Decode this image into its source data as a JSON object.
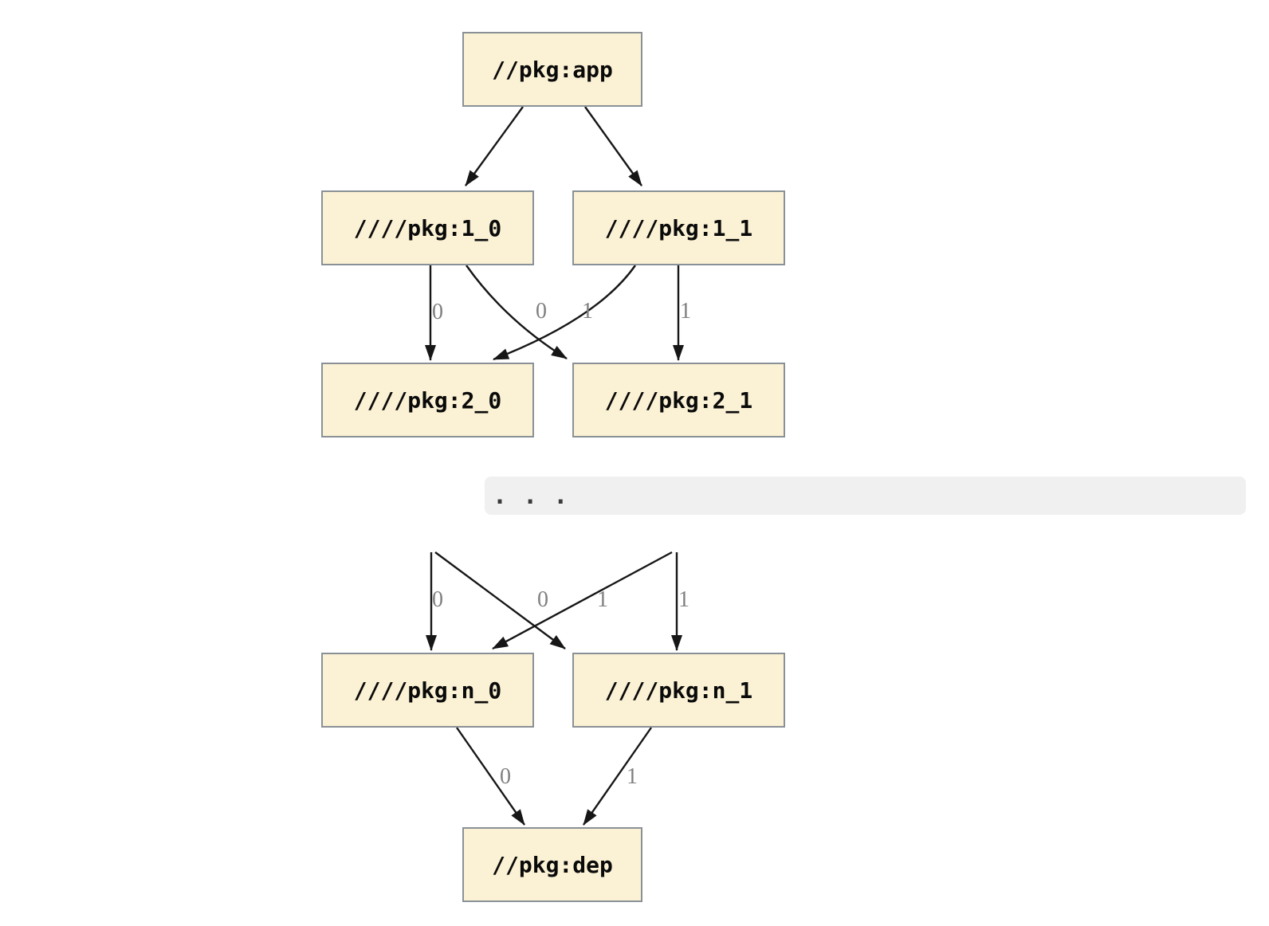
{
  "diagram": {
    "type": "dependency-graph",
    "ellipsis": ". . .",
    "nodes": [
      {
        "id": "app",
        "label": "//pkg:app"
      },
      {
        "id": "1_0",
        "label": "////pkg:1_0"
      },
      {
        "id": "1_1",
        "label": "////pkg:1_1"
      },
      {
        "id": "2_0",
        "label": "////pkg:2_0"
      },
      {
        "id": "2_1",
        "label": "////pkg:2_1"
      },
      {
        "id": "n_0",
        "label": "////pkg:n_0"
      },
      {
        "id": "n_1",
        "label": "////pkg:n_1"
      },
      {
        "id": "dep",
        "label": "//pkg:dep"
      }
    ],
    "edges": [
      {
        "from": "app",
        "to": "1_0"
      },
      {
        "from": "app",
        "to": "1_1"
      },
      {
        "from": "1_0",
        "to": "2_0",
        "label": "0"
      },
      {
        "from": "1_1",
        "to": "2_0",
        "label": "0"
      },
      {
        "from": "1_0",
        "to": "2_1",
        "label": "1"
      },
      {
        "from": "1_1",
        "to": "2_1",
        "label": "1"
      },
      {
        "from": "...",
        "to": "n_0",
        "label": "0"
      },
      {
        "from": "...",
        "to": "n_0",
        "label": "0"
      },
      {
        "from": "...",
        "to": "n_1",
        "label": "1"
      },
      {
        "from": "...",
        "to": "n_1",
        "label": "1"
      },
      {
        "from": "n_0",
        "to": "dep",
        "label": "0"
      },
      {
        "from": "n_1",
        "to": "dep",
        "label": "1"
      }
    ],
    "colors": {
      "node_fill": "#FBF1D4",
      "node_border": "#8A9196",
      "edge": "#161616",
      "edge_label": "#808080",
      "ellipsis_band": "#F0F0F0",
      "ellipsis_dots": "#3A3A3A",
      "background": "#FFFFFF"
    }
  }
}
